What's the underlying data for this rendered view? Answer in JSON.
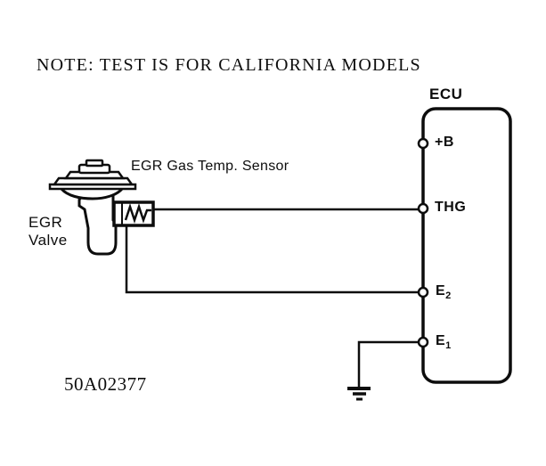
{
  "diagram": {
    "note": "NOTE: TEST IS FOR CALIFORNIA MODELS",
    "figure_number": "50A02377",
    "colors": {
      "ink": "#0d0d0d",
      "background": "#ffffff"
    },
    "ecu": {
      "label": "ECU",
      "terminals": [
        {
          "name": "plus-b",
          "label": "+B",
          "sub": ""
        },
        {
          "name": "thg",
          "label": "THG",
          "sub": ""
        },
        {
          "name": "e2",
          "label": "E",
          "sub": "2"
        },
        {
          "name": "e1",
          "label": "E",
          "sub": "1"
        }
      ]
    },
    "components": {
      "egr_valve": {
        "label_line1": "EGR",
        "label_line2": "Valve"
      },
      "sensor": {
        "label": "EGR Gas Temp. Sensor"
      }
    },
    "connections": [
      {
        "from": "EGR Gas Temp. Sensor",
        "to": "ECU terminal THG"
      },
      {
        "from": "EGR Gas Temp. Sensor",
        "to": "ECU terminal E2"
      },
      {
        "from": "ECU terminal E1",
        "to": "chassis ground"
      }
    ]
  }
}
